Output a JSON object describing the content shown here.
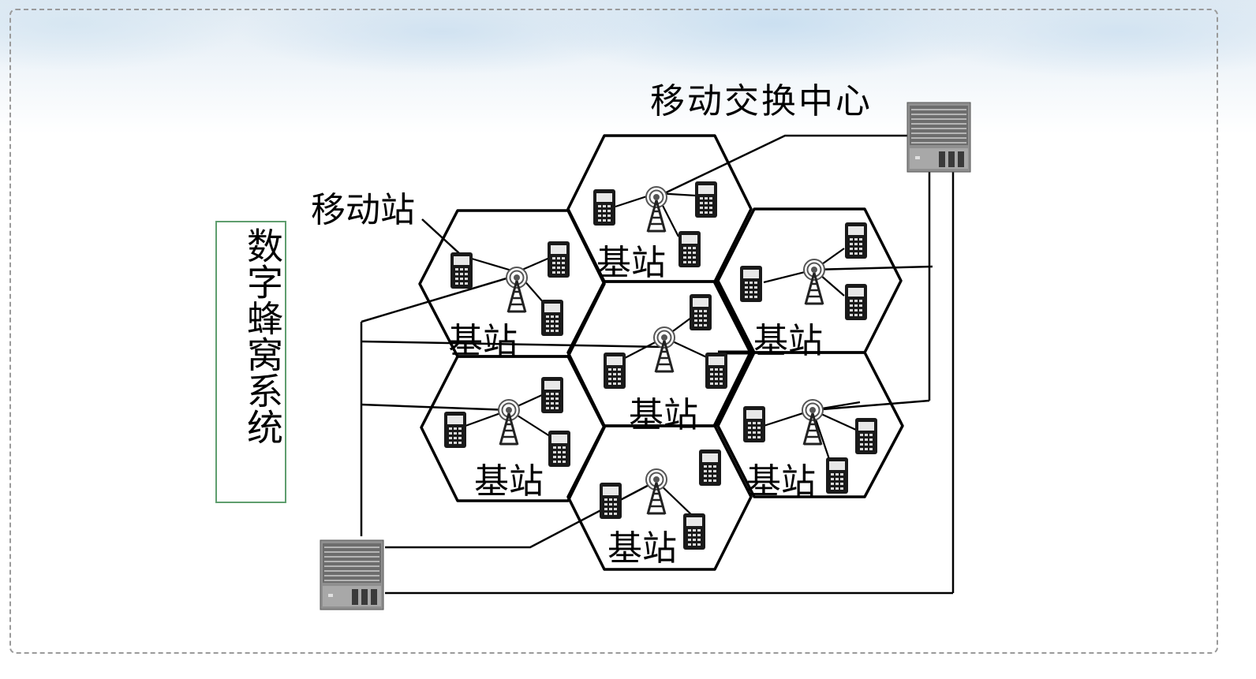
{
  "title_msc": "移动交换中心",
  "label_mobile_station": "移动站",
  "system_title": "数字蜂窝系统",
  "base_station_label": "基站",
  "colors": {
    "frame": "#9a9a9a",
    "system_box_border": "#5f9e6e",
    "lines": "#000000"
  },
  "icons": [
    "switch-server-icon",
    "cell-tower-icon",
    "mobile-phone-icon"
  ]
}
